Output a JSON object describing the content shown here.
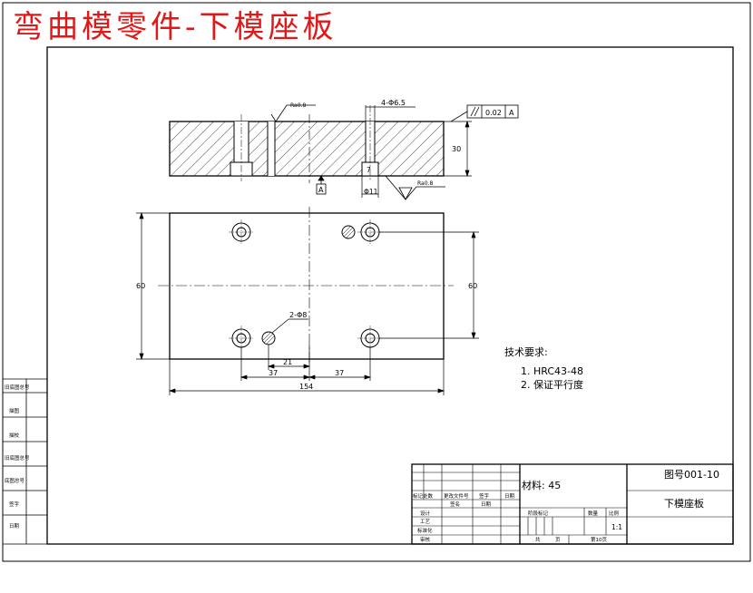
{
  "title": "弯曲模零件-下模座板",
  "colors": {
    "title": "#e01818",
    "line": "#000000",
    "center_line": "#000000"
  },
  "dimensions": {
    "height_30": "30",
    "hole_4_phi6_5": "4-Φ6.5",
    "phi11": "Φ11",
    "depth_7": "7",
    "ra_top": "Ra0.8",
    "ra_bottom": "Ra0.8",
    "datum": "A",
    "parallel_value": "0.02",
    "parallel_datum": "A",
    "width_60_left": "60",
    "width_60_right": "60",
    "pin_2_phi8": "2-Φ8",
    "dim_21": "21",
    "dim_37_left": "37",
    "dim_37_right": "37",
    "length_154": "154"
  },
  "tech_requirements": {
    "title": "技术要求:",
    "items": [
      "1. HRC43-48",
      "2. 保证平行度"
    ]
  },
  "title_block": {
    "drawing_number": "图号001-10",
    "part_name": "下模座板",
    "material": "材料: 45",
    "scale": "1:1",
    "labels": {
      "mark": "标记处数",
      "change_file": "更改文件号",
      "sign": "签字",
      "date": "日期",
      "sign2": "签名",
      "date2": "日期",
      "design": "设计",
      "process": "工艺",
      "standard": "标准化",
      "review": "审核",
      "stage_mark": "阶段标记",
      "weight": "数量",
      "ratio": "比例",
      "total": "共",
      "page": "页",
      "sheet": "第10页"
    }
  },
  "left_strip": {
    "labels": [
      "旧底图总号",
      "描图",
      "描校",
      "旧底图总号",
      "底图总号",
      "签字",
      "日期"
    ]
  }
}
